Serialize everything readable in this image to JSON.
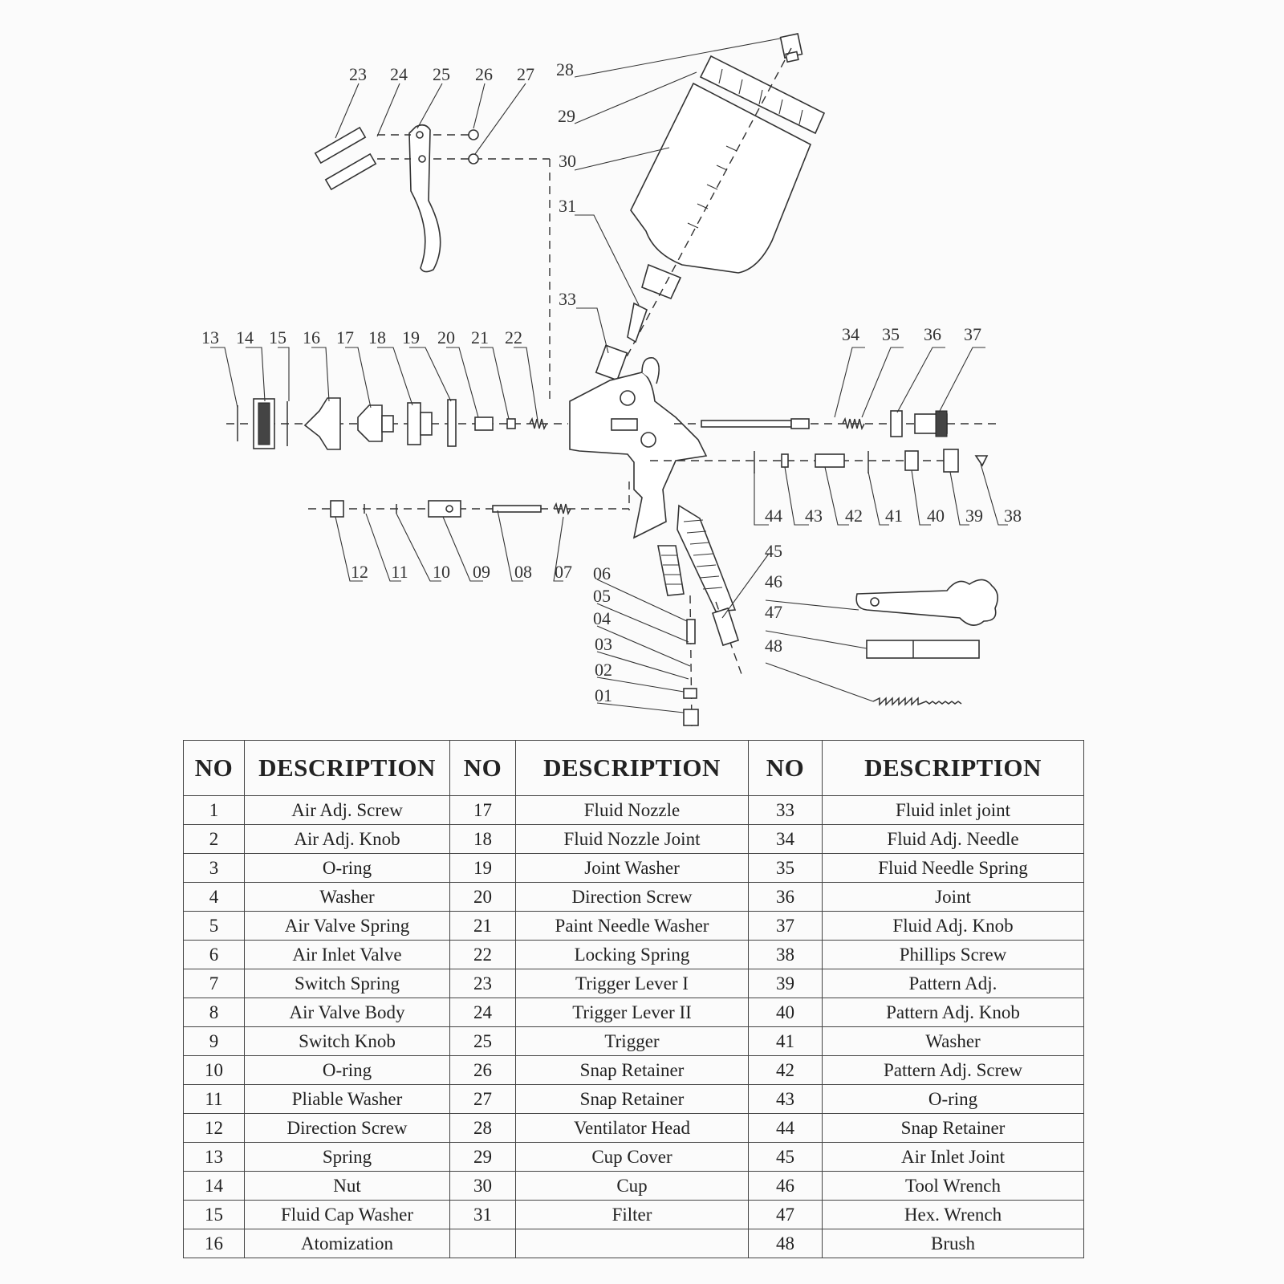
{
  "diagram": {
    "callouts": [
      "01",
      "02",
      "03",
      "04",
      "05",
      "06",
      "07",
      "08",
      "09",
      "10",
      "11",
      "12",
      "13",
      "14",
      "15",
      "16",
      "17",
      "18",
      "19",
      "20",
      "21",
      "22",
      "23",
      "24",
      "25",
      "26",
      "27",
      "28",
      "29",
      "30",
      "31",
      "33",
      "34",
      "35",
      "36",
      "37",
      "38",
      "39",
      "40",
      "41",
      "42",
      "43",
      "44",
      "45",
      "46",
      "47",
      "48"
    ]
  },
  "table": {
    "headers": [
      "NO",
      "DESCRIPTION",
      "NO",
      "DESCRIPTION",
      "NO",
      "DESCRIPTION"
    ],
    "rows": [
      [
        "1",
        "Air Adj. Screw",
        "17",
        "Fluid Nozzle",
        "33",
        "Fluid inlet joint"
      ],
      [
        "2",
        "Air Adj. Knob",
        "18",
        "Fluid Nozzle Joint",
        "34",
        "Fluid Adj. Needle"
      ],
      [
        "3",
        "O-ring",
        "19",
        "Joint Washer",
        "35",
        "Fluid Needle Spring"
      ],
      [
        "4",
        "Washer",
        "20",
        "Direction Screw",
        "36",
        "Joint"
      ],
      [
        "5",
        "Air Valve Spring",
        "21",
        "Paint Needle Washer",
        "37",
        "Fluid Adj. Knob"
      ],
      [
        "6",
        "Air Inlet Valve",
        "22",
        "Locking Spring",
        "38",
        "Phillips Screw"
      ],
      [
        "7",
        "Switch Spring",
        "23",
        "Trigger Lever I",
        "39",
        "Pattern Adj."
      ],
      [
        "8",
        "Air Valve Body",
        "24",
        "Trigger Lever II",
        "40",
        "Pattern Adj. Knob"
      ],
      [
        "9",
        "Switch Knob",
        "25",
        "Trigger",
        "41",
        "Washer"
      ],
      [
        "10",
        "O-ring",
        "26",
        "Snap Retainer",
        "42",
        "Pattern Adj. Screw"
      ],
      [
        "11",
        "Pliable Washer",
        "27",
        "Snap Retainer",
        "43",
        "O-ring"
      ],
      [
        "12",
        "Direction Screw",
        "28",
        "Ventilator Head",
        "44",
        "Snap Retainer"
      ],
      [
        "13",
        "Spring",
        "29",
        "Cup Cover",
        "45",
        "Air Inlet Joint"
      ],
      [
        "14",
        "Nut",
        "30",
        "Cup",
        "46",
        "Tool Wrench"
      ],
      [
        "15",
        "Fluid Cap Washer",
        "31",
        "Filter",
        "47",
        "Hex. Wrench"
      ],
      [
        "16",
        "Atomization",
        "",
        "",
        "48",
        "Brush"
      ]
    ]
  }
}
